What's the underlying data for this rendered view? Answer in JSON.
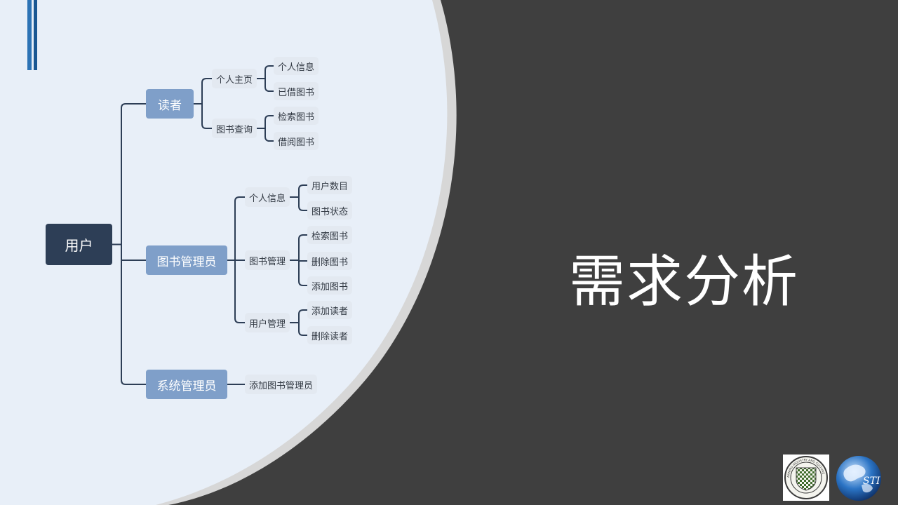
{
  "title": "需求分析",
  "colors": {
    "panel": "#e8eff8",
    "dark": "#3f3f3f",
    "arc": "#d7d7d7",
    "root": "#2d3e56",
    "level1": "#7f9fc9",
    "leaf": "#e3e9f1",
    "connector": "#2d3e56",
    "accent": "#2c73b5"
  },
  "mindmap": {
    "root": "用户",
    "branches": [
      {
        "label": "读者",
        "children": [
          {
            "label": "个人主页",
            "children": [
              "个人信息",
              "已借图书"
            ]
          },
          {
            "label": "图书查询",
            "children": [
              "检索图书",
              "借阅图书"
            ]
          }
        ]
      },
      {
        "label": "图书管理员",
        "children": [
          {
            "label": "个人信息",
            "children": [
              "用户数目",
              "图书状态"
            ]
          },
          {
            "label": "图书管理",
            "children": [
              "检索图书",
              "删除图书",
              "添加图书"
            ]
          },
          {
            "label": "用户管理",
            "children": [
              "添加读者",
              "删除读者"
            ]
          }
        ]
      },
      {
        "label": "系统管理员",
        "children": [
          {
            "label": "添加图书管理员",
            "children": []
          }
        ]
      }
    ]
  },
  "logos": [
    {
      "name": "university-seal-logo",
      "text": "ANNING INDUSTRY AND CULTURE"
    },
    {
      "name": "globe-logo",
      "text": "STI"
    }
  ]
}
